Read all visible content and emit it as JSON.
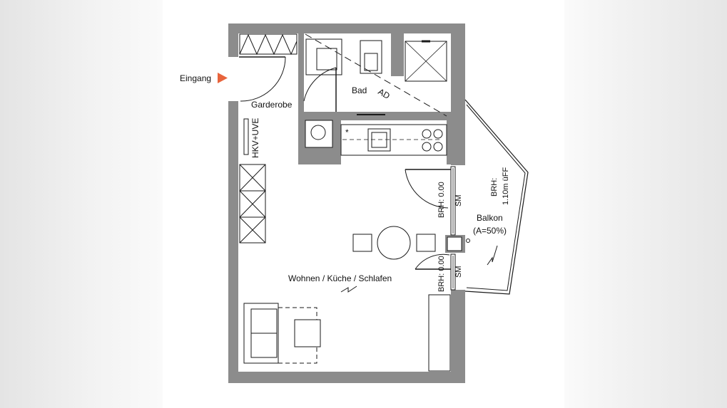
{
  "labels": {
    "entrance": "Eingang",
    "wardrobe": "Garderobe",
    "heating": "HKV+UVE",
    "bathroom": "Bad",
    "ad": "AD",
    "living": "Wohnen / Küche / Schlafen",
    "balcony": "Balkon",
    "balcony_area": "(A=50%)",
    "balcony_rail_1": "BRH:",
    "balcony_rail_2": "1.10m üFF",
    "window_rail_top": "BRH: 0.00",
    "window_rail_bottom": "BRH: 0.00",
    "sm_top": "SM",
    "sm_bottom": "SM",
    "kitchen_mark": "*"
  },
  "colors": {
    "wall": "#8c8c8c",
    "line": "#1a1a1a",
    "entrance_marker": "#e8643c",
    "background": "#ffffff"
  }
}
